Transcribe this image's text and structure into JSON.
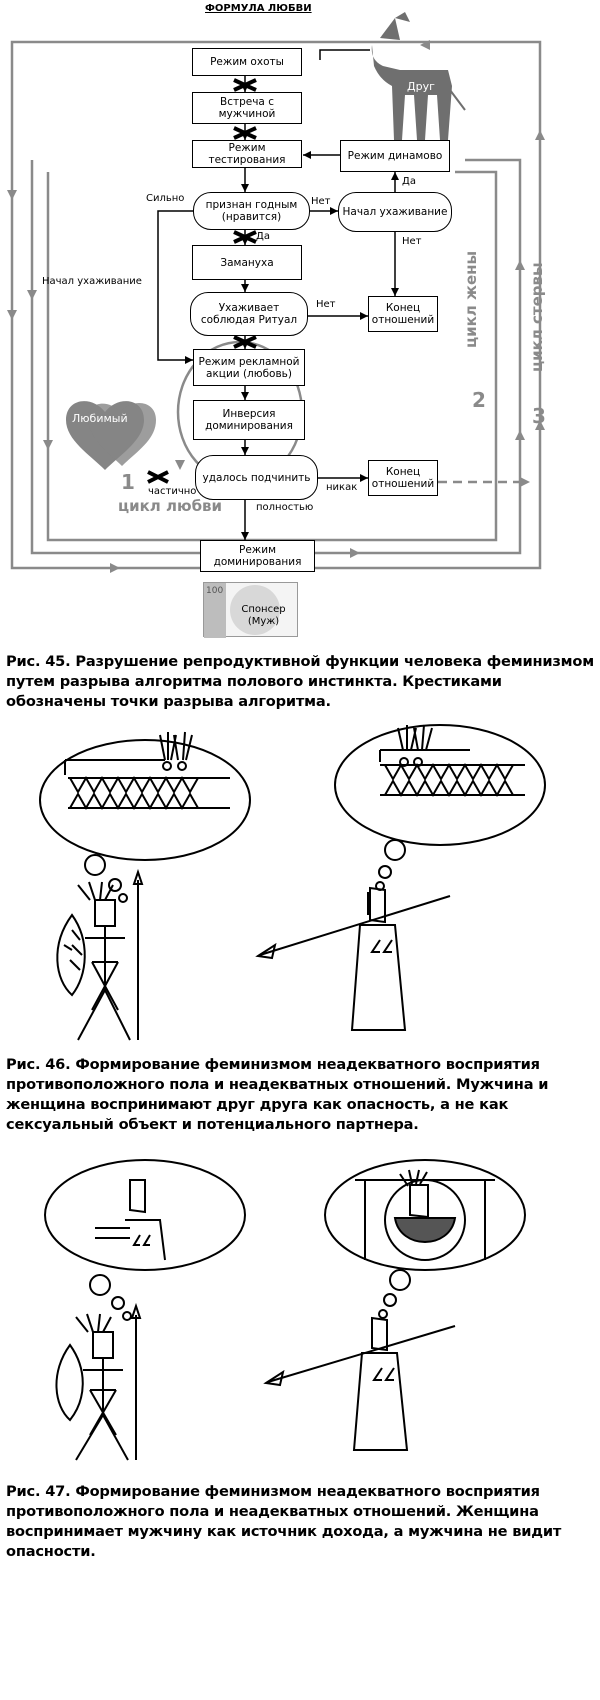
{
  "fig45": {
    "title": "ФОРМУЛА ЛЮБВИ",
    "boxes": {
      "hunt": "Режим охоты",
      "meet": "Встреча с мужчиной",
      "test": "Режим тестирования",
      "dynamo": "Режим динамово",
      "approved": "признан годным (нравится)",
      "courting_started": "Начал ухаживание",
      "lure": "Замануха",
      "courts_ritual": "Ухаживает соблюдая Ритуал",
      "end1": "Конец отношений",
      "ad": "Режим рекламной акции (любовь)",
      "inversion": "Инверсия доминирования",
      "subdued": "удалось подчинить",
      "end2": "Конец отношений",
      "domination": "Режим доминирования",
      "sponsor": "Спонсер (Муж)"
    },
    "labels": {
      "strongly": "Сильно",
      "no1": "Нет",
      "yes1": "Да",
      "yes2": "Да",
      "no2": "Нет",
      "no3": "Нет",
      "courting_left": "Начал ухаживание",
      "partially": "частично",
      "fully": "полностью",
      "never": "никак",
      "friend": "Друг",
      "beloved": "Любимый",
      "love_cycle_num": "1",
      "love_cycle": "цикл любви",
      "wife_cycle": "цикл жены",
      "wife_num": "2",
      "bitch_cycle": "цикл стервы",
      "bitch_num": "3",
      "sponsor_num": "100"
    },
    "caption": "Рис. 45. Разрушение репродуктивной функции человека феминизмом путем разрыва алгоритма полового инстинкта. Крестиками обозначены точки разрыва алгоритма."
  },
  "fig46": {
    "caption": "Рис. 46. Формирование феминизмом неадекватного восприятия противоположного пола и неадекватных отношений. Мужчина и женщина воспринимают друг друга как опасность, а не как сексуальный объект и потенциального партнера."
  },
  "fig47": {
    "caption": "Рис. 47. Формирование феминизмом неадекватного восприятия противоположного пола и неадекватных отношений. Женщина воспринимает мужчину как источник дохода, а мужчина не видит опасности."
  },
  "colors": {
    "loop_grey": "#8a8a8a",
    "ink": "#000000",
    "figure_grey": "#777777"
  },
  "icons": [
    "goat-figure",
    "heart-shape",
    "crocodile-jaw",
    "warrior-with-shield",
    "woman-with-spear",
    "cauldron"
  ]
}
